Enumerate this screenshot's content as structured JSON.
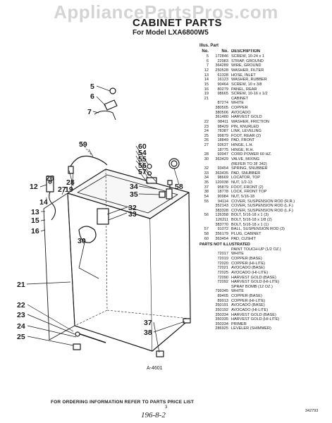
{
  "watermark": "AppliancePartsPros.com",
  "title": "CABINET PARTS",
  "subtitle": "For Model LXA6800W5",
  "parts_table": {
    "header_top": "Illus. Part",
    "col_no": "No.",
    "col_partno": "No.",
    "col_desc": "DESCRIPTION",
    "rows": [
      [
        "5",
        "172846",
        "SCREW, 10-24 x 1"
      ],
      [
        "6",
        "22983",
        "STRAP, GROUND"
      ],
      [
        "7",
        "364289",
        "WIRE, GROUND"
      ],
      [
        "12",
        "250528",
        "WASHER, FILTER"
      ],
      [
        "13",
        "61328",
        "HOSE, INLET"
      ],
      [
        "14",
        "16123",
        "WASHER, RUBBER"
      ],
      [
        "15",
        "90464",
        "SCREW, 10 x 3/8"
      ],
      [
        "16",
        "80279",
        "PANEL, REAR"
      ],
      [
        "19",
        "98665",
        "SCREW, 10-16 x 1/2"
      ],
      [
        "21",
        "",
        "CABINET"
      ],
      [
        "",
        "87274",
        "WHITE"
      ],
      [
        "",
        "380505",
        "COPPER"
      ],
      [
        "",
        "380506",
        "AVOCADO"
      ],
      [
        "",
        "361480",
        "HARVEST GOLD"
      ],
      [
        "22",
        "98411",
        "WASHER, FRICTION"
      ],
      [
        "23",
        "98429",
        "PIN, KNURLED"
      ],
      [
        "24",
        "78387",
        "LINK, LEVELING"
      ],
      [
        "25",
        "99879",
        "FOOT, REAR (2)"
      ],
      [
        "26",
        "18849",
        "PAD, FRONT"
      ],
      [
        "27",
        "93637",
        "HINGE, L.H."
      ],
      [
        "",
        "18775",
        "HINGE, R.H."
      ],
      [
        "28",
        "93947",
        "CORD POWER 60 HZ."
      ],
      [
        "30",
        "363429",
        "VALVE, MIXING"
      ],
      [
        "",
        "",
        "(REFER TO 3F 342)"
      ],
      [
        "32",
        "93454",
        "SPRING, SNUBBER"
      ],
      [
        "33",
        "363435",
        "PAD, SNUBBER"
      ],
      [
        "34",
        "98669",
        "LOCATOR, TOP"
      ],
      [
        "35",
        "120038",
        "NUT, 1/2-13"
      ],
      [
        "37",
        "95879",
        "FOOT, FRONT (2)"
      ],
      [
        "38",
        "18778",
        "LOCK, FRONT TOP"
      ],
      [
        "54",
        "90984",
        "NUT, 5/16-18"
      ],
      [
        "55",
        "94114",
        "COVER, SUSPENSION ROD (R.R.)"
      ],
      [
        "",
        "352143",
        "COVER, SUSPENSION ROD (L.F.)"
      ],
      [
        "",
        "383328",
        "COVER, SUSPENSION ROD (L.F.)"
      ],
      [
        "56",
        "126358",
        "BOLT, 5/16-18 x 1 (3)"
      ],
      [
        "",
        "126211",
        "BOLT, 5/16-18 x 1/8 (2)"
      ],
      [
        "",
        "383770",
        "BOLT, 5/16-18 x 1 (1)"
      ],
      [
        "57",
        "91072",
        "BALL, SUSPENSION ROD (3)"
      ],
      [
        "58",
        "356179",
        "PLUG, CABINET"
      ],
      [
        "60",
        "363454",
        "PAD, CUSHIT"
      ]
    ],
    "section_title": "PARTS NOT ILLUSTRATED",
    "extra_rows": [
      [
        "",
        "",
        "PAINT TOUCH-UP (1/2 OZ.)"
      ],
      [
        "",
        "72017",
        "WHITE"
      ],
      [
        "",
        "72019",
        "COPPER (BASE)"
      ],
      [
        "",
        "72020",
        "COPPER (HI-LITE)"
      ],
      [
        "",
        "72021",
        "AVOCADO (BASE)"
      ],
      [
        "",
        "72025",
        "AVOCADO (HI-LITE)"
      ],
      [
        "",
        "72090",
        "HARVEST GOLD (BASE)"
      ],
      [
        "",
        "72092",
        "HARVEST GOLD (HI-LITE)"
      ],
      [
        "",
        "",
        "SPRAY BOMB (12 OZ.)"
      ],
      [
        "",
        "799345",
        "WHITE"
      ],
      [
        "",
        "89405",
        "COPPER (BASE)"
      ],
      [
        "",
        "89913",
        "COPPER (HI-LITE)"
      ],
      [
        "",
        "350191",
        "AVOCADO (BASE)"
      ],
      [
        "",
        "350192",
        "AVOCADO (HI-LITE)"
      ],
      [
        "",
        "350334",
        "HARVEST GOLD (BASE)"
      ],
      [
        "",
        "350335",
        "HARVEST GOLD (HI-LITE)"
      ],
      [
        "",
        "350334",
        "PRIMER"
      ],
      [
        "",
        "286925",
        "LEVELER (SHIMMER)"
      ]
    ]
  },
  "callouts": [
    "5",
    "6",
    "7",
    "59",
    "60",
    "54",
    "55",
    "56",
    "57",
    "58",
    "26",
    "12",
    "28",
    "19",
    "27",
    "14",
    "13",
    "15",
    "16",
    "30",
    "32",
    "33",
    "34",
    "35",
    "21",
    "37",
    "38",
    "22",
    "23",
    "24",
    "25"
  ],
  "figure_ref": "A-4601",
  "footer": "FOR ORDERING INFORMATION REFER TO PARTS PRICE LIST",
  "page_number": "3",
  "handwritten": "196-8-2",
  "doc_code": "342793"
}
